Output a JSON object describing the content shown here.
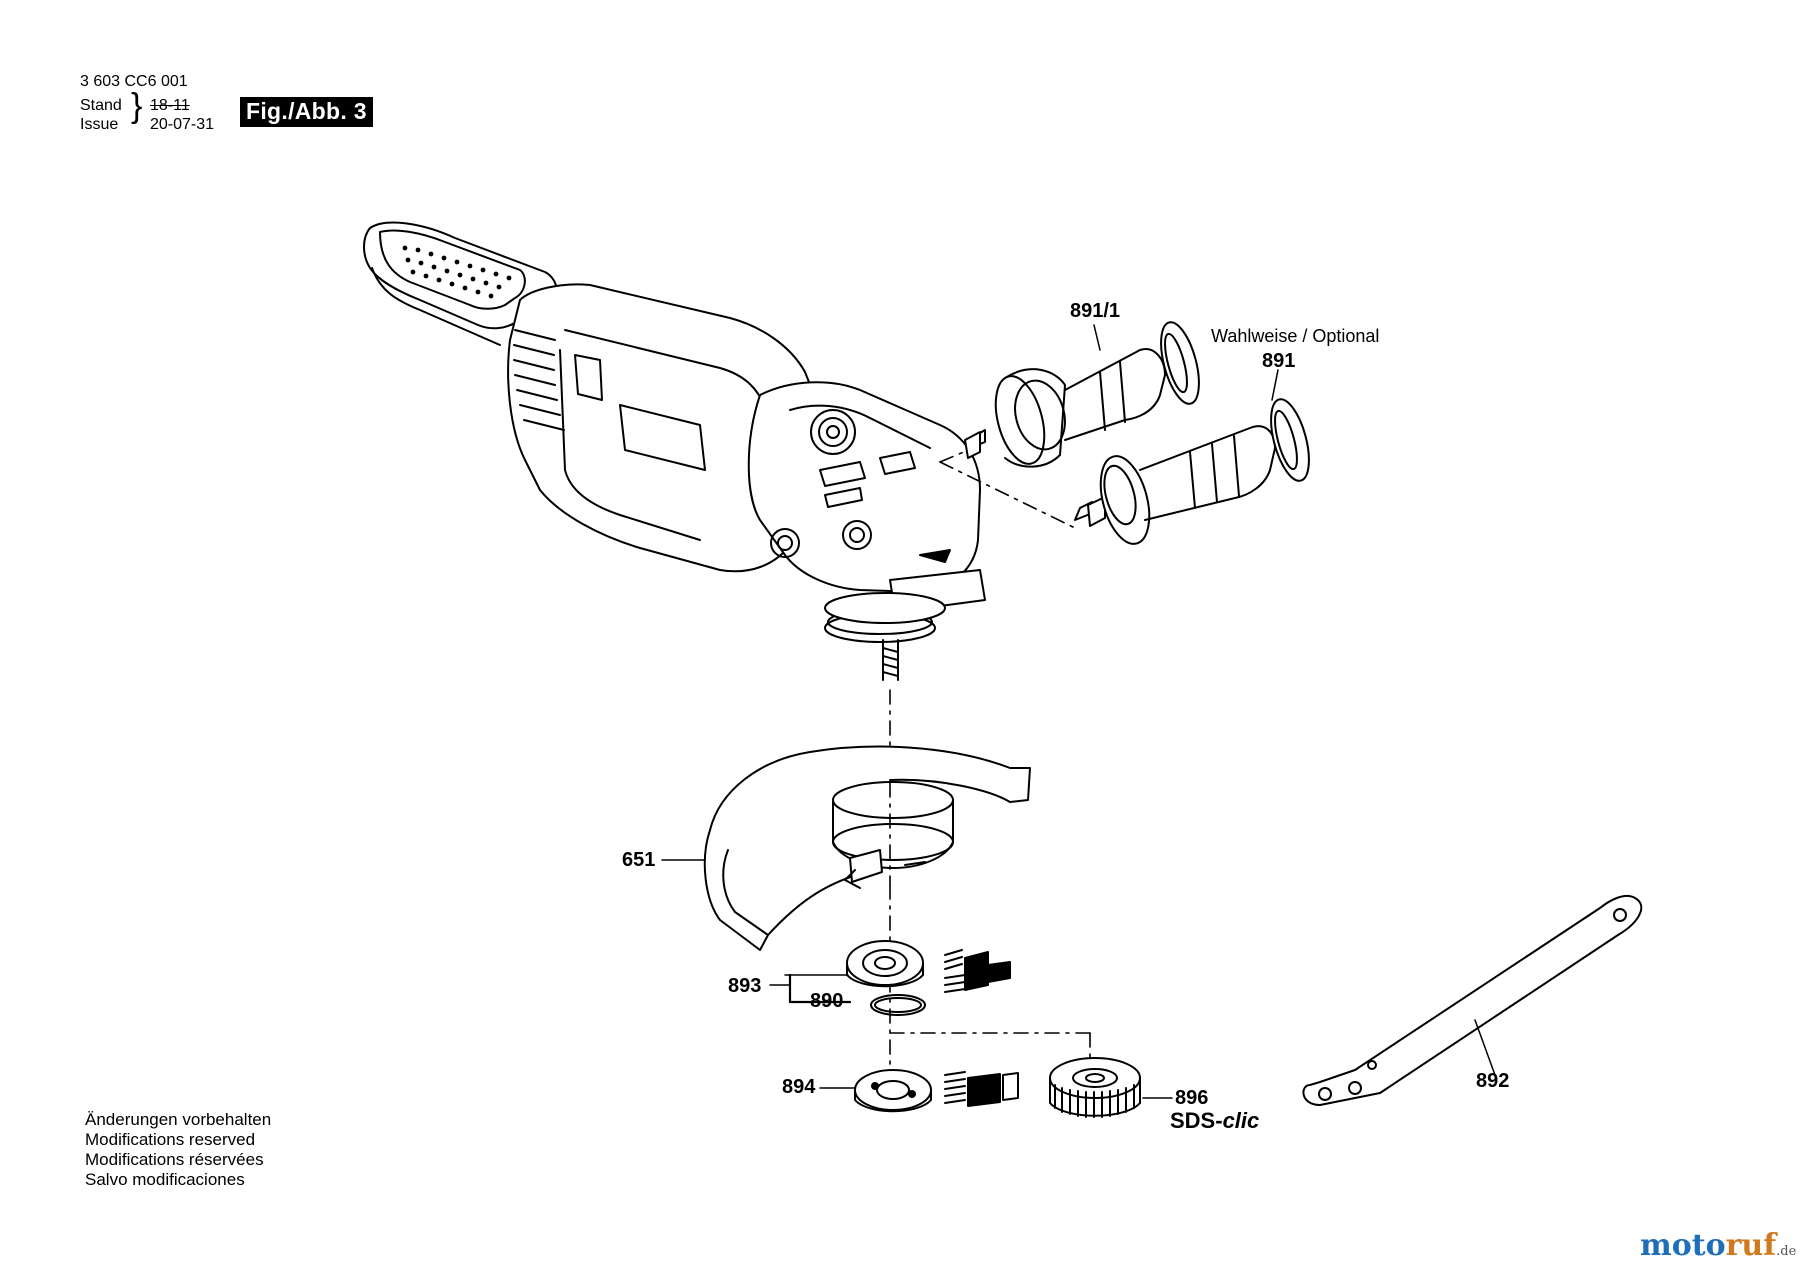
{
  "header": {
    "doc_number": "3 603 CC6 001",
    "stand_label": "Stand",
    "issue_label": "Issue",
    "old_date": "18-11",
    "issue_date": "20-07-31",
    "fig_label": "Fig./Abb. 3"
  },
  "callouts": {
    "p891_1": "891/1",
    "p891": "891",
    "optional": "Wahlweise / Optional",
    "p651": "651",
    "p893": "893",
    "p890": "890",
    "p894": "894",
    "p896": "896",
    "p892": "892",
    "sds_prefix": "SDS-",
    "sds_suffix": "clic"
  },
  "notes": [
    "Änderungen vorbehalten",
    "Modifications reserved",
    "Modifications réservées",
    "Salvo modificaciones"
  ],
  "watermark": {
    "main_1": "moto",
    "main_2": "ruf",
    "tld": ".de"
  },
  "colors": {
    "ink": "#000000",
    "logo_blue": "#1f6fb8",
    "logo_orange": "#d1771c"
  }
}
